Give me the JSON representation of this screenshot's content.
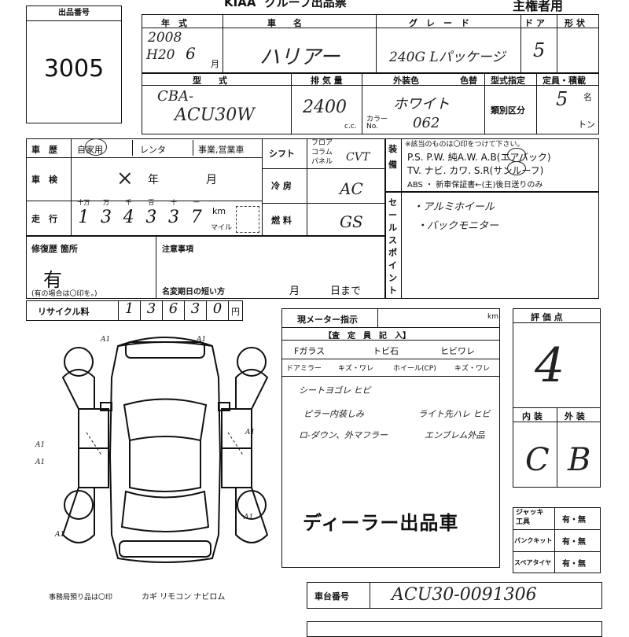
{
  "header": {
    "org": "KIAA",
    "title": "グループ出品票",
    "right_label": "主権者用"
  },
  "lot": {
    "label": "出品番号",
    "number": "3005"
  },
  "year": {
    "label": "年　式",
    "value_a": "2008",
    "value_b": "H20",
    "month": "6",
    "month_unit": "月"
  },
  "car_name": {
    "label": "車　　名",
    "value": "ハリアー"
  },
  "grade": {
    "label": "グ　レ　ー　ド",
    "value": "240G Lパッケージ"
  },
  "doors": {
    "label": "ド ア",
    "value": "5"
  },
  "shape": {
    "label": "形 状"
  },
  "model": {
    "label": "型　　式",
    "value1": "CBA-",
    "value2": "ACU30W"
  },
  "displacement": {
    "label": "排 気 量",
    "value": "2400",
    "unit": "c.c."
  },
  "ext_color": {
    "label": "外装色",
    "value": "ホワイト",
    "color_no_label": "カラー No.",
    "color_no": "062",
    "repaint_label": "色替"
  },
  "type_spec": {
    "label": "型式指定",
    "class_label": "類別区分"
  },
  "capacity": {
    "label": "定員・積載",
    "value": "5",
    "unit_people": "名",
    "unit_ton": "トン"
  },
  "history": {
    "label": "車　歴",
    "options": [
      "自家用",
      "レンタ",
      "事業,営業車"
    ]
  },
  "shaken": {
    "label": "車　検",
    "value": "×",
    "year": "年",
    "month": "月"
  },
  "mileage": {
    "label": "走　行",
    "units": [
      "十万",
      "万",
      "千",
      "百",
      "十",
      "一"
    ],
    "digits": [
      "1",
      "3",
      "4",
      "3",
      "3",
      "7"
    ],
    "unit_km": "km",
    "unit_mile": "マイル"
  },
  "shift": {
    "label": "シフト",
    "options": [
      "フロア",
      "コラム",
      "パネル"
    ],
    "value": "CVT"
  },
  "aircon": {
    "label": "冷 房",
    "value": "AC"
  },
  "fuel": {
    "label": "燃 料",
    "value": "GS"
  },
  "equipment": {
    "label": "装備",
    "note": "※該当のものは〇印をつけて下さい。",
    "line1": "P.S. P.W. 純A.W. A.B(エアバック)",
    "line2": "TV. ナビ. カワ. S.R(サンルーフ)",
    "line3": "ABS ・ 新車保証書←(主)後日送りのみ"
  },
  "sale_point": {
    "label": "セールスポイント",
    "items": [
      "・アルミホイール",
      "・バックモニター"
    ]
  },
  "repair": {
    "label": "修復歴 箇所",
    "value": "有",
    "note": "(有の場合は〇印を。)"
  },
  "notes": {
    "label": "注意事項",
    "name_change": "名変期日の短い方",
    "month": "月",
    "day": "日まで"
  },
  "recycle": {
    "label": "リサイクル料",
    "digits": [
      "1",
      "3",
      "6",
      "3",
      "0"
    ],
    "unit": "円"
  },
  "meter": {
    "label": "現メーター指示",
    "unit": "km"
  },
  "inspector": {
    "label": "【査　定　員　記　入】",
    "row1": [
      "Fガラス",
      "トビ石",
      "ヒビワレ"
    ],
    "row2": [
      "ドアミラー",
      "キズ・ワレ",
      "ホイール(CP)",
      "キズ・ワレ"
    ],
    "notes": [
      "シートヨゴレ ヒビ",
      "ピラー内装しみ",
      "ライト先ハレ ヒビ",
      "ロ-ダウン、外マフラー",
      "エンブレム外品"
    ],
    "stamp": "ディーラー出品車"
  },
  "score": {
    "label": "評 価 点",
    "value": "4",
    "interior_label": "内 装",
    "exterior_label": "外 装",
    "interior": "C",
    "exterior": "B"
  },
  "tools": {
    "rows": [
      {
        "label": "ジャッキ 工具",
        "value": "有・無"
      },
      {
        "label": "パンクキット",
        "value": "有・無"
      },
      {
        "label": "スペアタイヤ",
        "value": "有・無"
      }
    ]
  },
  "keys": {
    "label": "事務局預り品は〇印",
    "items": "カギ リモコン ナビロム"
  },
  "chassis": {
    "label": "車台番号",
    "value": "ACU30-0091306"
  },
  "diagram_marks": [
    "A1",
    "A1",
    "A1",
    "A1",
    "A1",
    "A1",
    "A1"
  ]
}
